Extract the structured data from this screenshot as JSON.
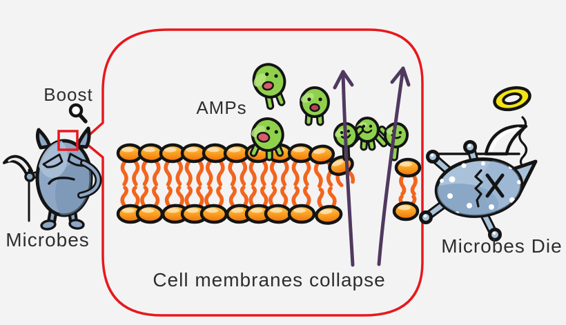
{
  "diagram": {
    "background": "#f4f3f4",
    "labels": {
      "boost": "Boost",
      "microbes": "Microbes",
      "amps": "AMPs",
      "collapse": "Cell membranes collapse",
      "microbes_die": "Microbes Die"
    },
    "colors": {
      "callout_red": "#e6191c",
      "lipid_head_orange": "#f99d1f",
      "lipid_tail_orange": "#f2651d",
      "amp_green": "#8fd14d",
      "microbe_blue": "#8ea7c6",
      "dead_microbe_blue": "#a9c2da",
      "arrow_purple": "#50395f",
      "halo_yellow": "#f4e414",
      "eye_yellow": "#ffe90a",
      "outline_black": "#141414",
      "text_dark": "#2e2e2e"
    },
    "icons": {
      "magnifier": "magnifier-icon",
      "zoom_region": "zoom-region-box",
      "scythe": "scythe-icon",
      "halo": "halo-icon",
      "soul_squiggle": "soul-squiggle-icon",
      "up_arrows": "up-arrow-icon"
    }
  }
}
